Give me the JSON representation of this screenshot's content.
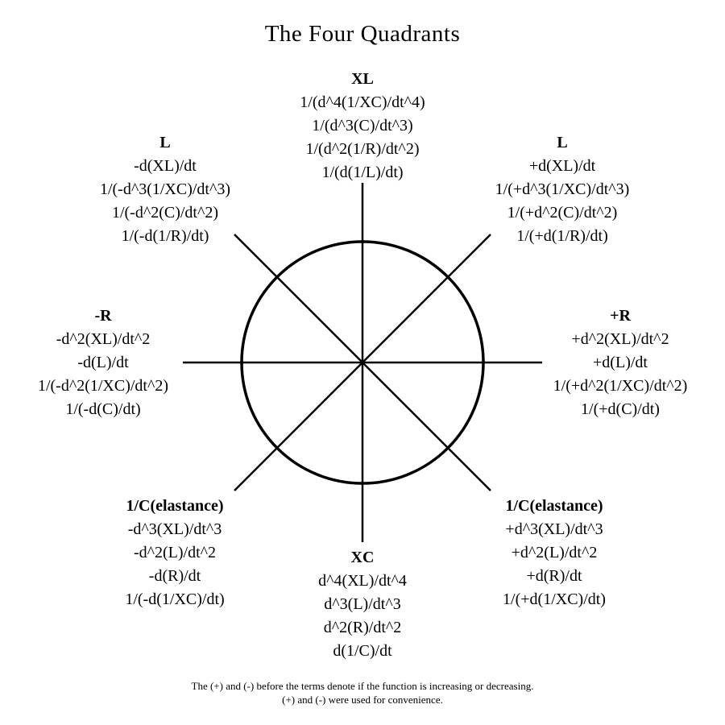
{
  "title": "The Four Quadrants",
  "groups": {
    "top": {
      "head": "XL",
      "lines": [
        "1/(d^4(1/XC)/dt^4)",
        "1/(d^3(C)/dt^3)",
        "1/(d^2(1/R)/dt^2)",
        "1/(d(1/L)/dt)"
      ]
    },
    "top_left": {
      "head": "L",
      "lines": [
        "-d(XL)/dt",
        "1/(-d^3(1/XC)/dt^3)",
        "1/(-d^2(C)/dt^2)",
        "1/(-d(1/R)/dt)"
      ]
    },
    "top_right": {
      "head": "L",
      "lines": [
        "+d(XL)/dt",
        "1/(+d^3(1/XC)/dt^3)",
        "1/(+d^2(C)/dt^2)",
        "1/(+d(1/R)/dt)"
      ]
    },
    "left": {
      "head": "-R",
      "lines": [
        "-d^2(XL)/dt^2",
        "-d(L)/dt",
        "1/(-d^2(1/XC)/dt^2)",
        "1/(-d(C)/dt)"
      ]
    },
    "right": {
      "head": "+R",
      "lines": [
        "+d^2(XL)/dt^2",
        "+d(L)/dt",
        "1/(+d^2(1/XC)/dt^2)",
        "1/(+d(C)/dt)"
      ]
    },
    "bottom_left": {
      "head": "1/C(elastance)",
      "lines": [
        "-d^3(XL)/dt^3",
        "-d^2(L)/dt^2",
        "-d(R)/dt",
        "1/(-d(1/XC)/dt)"
      ]
    },
    "bottom_right": {
      "head": "1/C(elastance)",
      "lines": [
        "+d^3(XL)/dt^3",
        "+d^2(L)/dt^2",
        "+d(R)/dt",
        "1/(+d(1/XC)/dt)"
      ]
    },
    "bottom": {
      "head": "XC",
      "lines": [
        "d^4(XL)/dt^4",
        "d^3(L)/dt^3",
        "d^2(R)/dt^2",
        "d(1/C)/dt"
      ]
    }
  },
  "footnote": {
    "line1": "The (+) and (-) before the terms denote if the function is increasing or decreasing.",
    "line2": "(+) and (-) were used for convenience."
  }
}
